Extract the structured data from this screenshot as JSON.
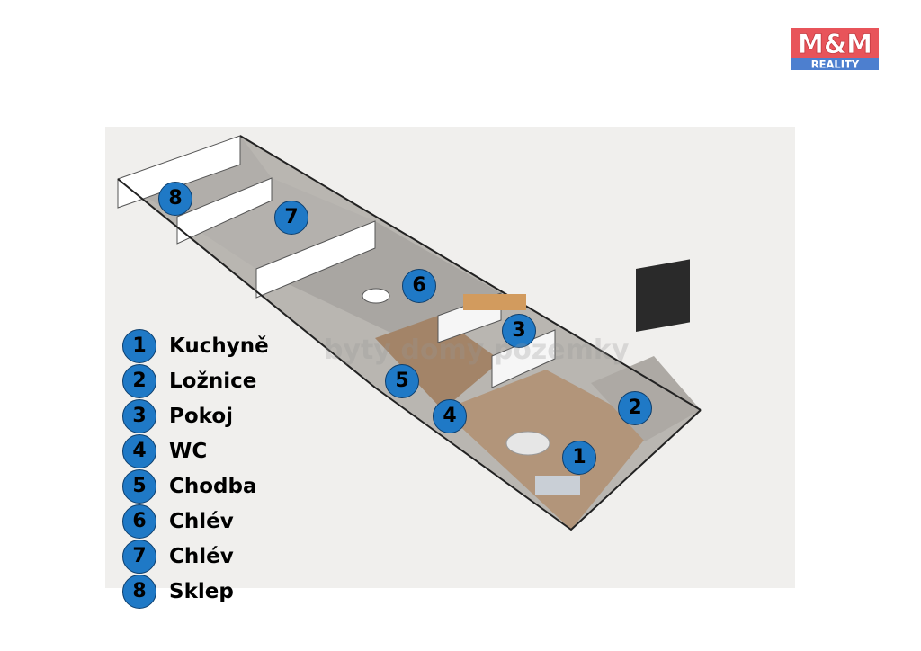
{
  "brand": {
    "logo_top": "M&M",
    "logo_bottom": "REALITY",
    "colors": {
      "red": "#e8545a",
      "blue": "#4d7fcf"
    }
  },
  "watermark": "byty domy pozemky",
  "marker_color": "#1f79c6",
  "plan_markers": [
    "8",
    "7",
    "6",
    "3",
    "5",
    "4",
    "2",
    "1"
  ],
  "legend": [
    {
      "num": "1",
      "label": "Kuchyně"
    },
    {
      "num": "2",
      "label": "Ložnice"
    },
    {
      "num": "3",
      "label": "Pokoj"
    },
    {
      "num": "4",
      "label": "WC"
    },
    {
      "num": "5",
      "label": "Chodba"
    },
    {
      "num": "6",
      "label": "Chlév"
    },
    {
      "num": "7",
      "label": "Chlév"
    },
    {
      "num": "8",
      "label": "Sklep"
    }
  ]
}
